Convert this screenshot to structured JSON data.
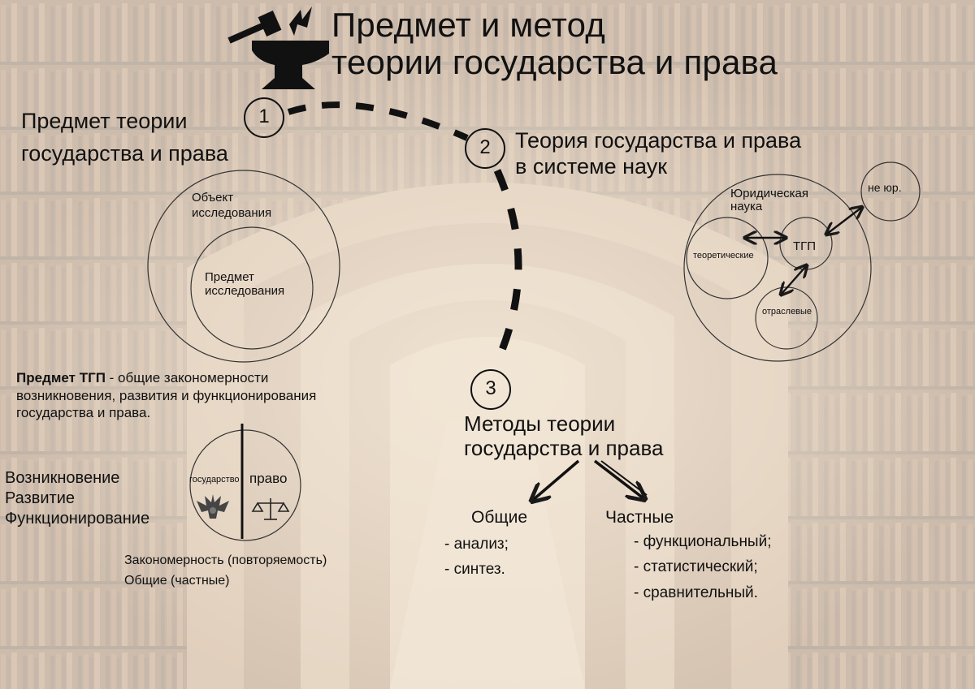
{
  "title": {
    "line1": "Предмет и метод",
    "line2": "теории государства и права"
  },
  "steps": [
    {
      "number": "1",
      "label_line1": "Предмет теории",
      "label_line2": "государства и права"
    },
    {
      "number": "2",
      "label_line1": "Теория государства и права",
      "label_line2": "в системе наук"
    },
    {
      "number": "3",
      "label_line1": "Методы теории",
      "label_line2": "государства и права"
    }
  ],
  "subject_circles": {
    "outer_label_line1": "Объект",
    "outer_label_line2": "исследования",
    "inner_label_line1": "Предмет",
    "inner_label_line2": "исследования"
  },
  "definition": {
    "term": "Предмет ТГП",
    "text_line1": " - общие закономерности",
    "text_line2": "возникновения, развития и функционирования",
    "text_line3": "государства и права."
  },
  "stages": [
    "Возникновение",
    "Развитие",
    "Функционирование"
  ],
  "state_law_circle": {
    "left_label": "государство",
    "right_label": "право"
  },
  "regularity": {
    "line1": "Закономерность (повторяемость)",
    "line2": "Общие (частные)"
  },
  "science_system": {
    "legal_science_line1": "Юридическая",
    "legal_science_line2": "наука",
    "non_legal": "не юр.",
    "tgp": "ТГП",
    "theoretical": "теоретические",
    "sectoral": "отраслевые"
  },
  "methods": {
    "general": {
      "label": "Общие",
      "items": [
        "- анализ;",
        "- синтез."
      ]
    },
    "particular": {
      "label": "Частные",
      "items": [
        "- функциональный;",
        "- статистический;",
        "- сравнительный."
      ]
    }
  },
  "colors": {
    "background_light": "#f1e6d8",
    "wood": "#7a4e2e",
    "text": "#111111",
    "line": "#1a1a1a"
  },
  "icons": [
    "anvil-hammer-icon",
    "eagle-emblem-icon",
    "scales-icon"
  ]
}
